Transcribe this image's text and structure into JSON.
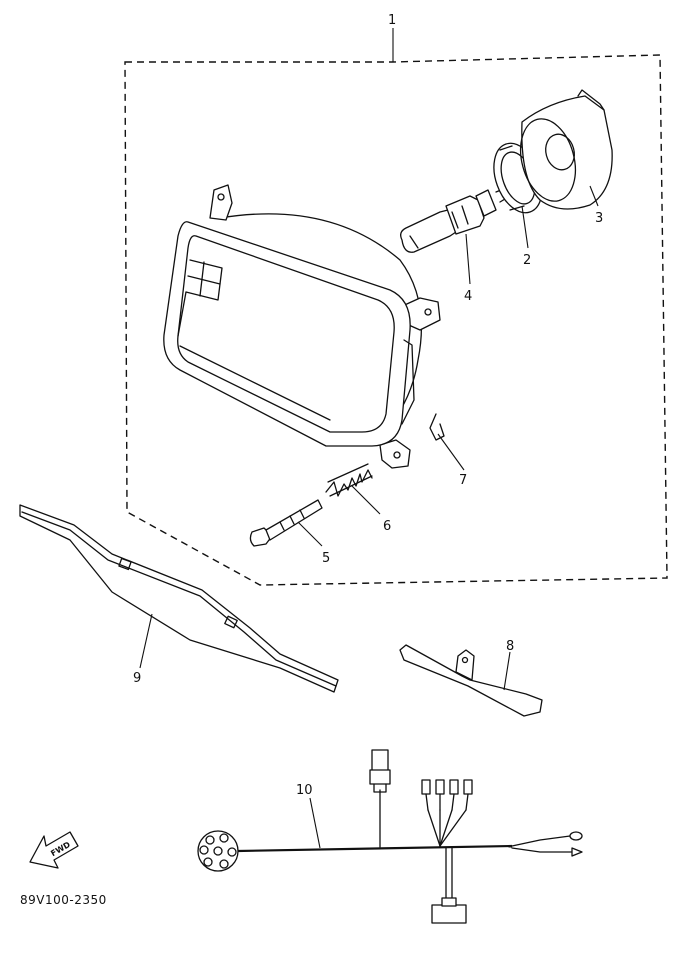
{
  "diagram": {
    "drawing_code": "89V100-2350",
    "direction_marker": "FWD",
    "callouts": [
      {
        "number": "1"
      },
      {
        "number": "2"
      },
      {
        "number": "3"
      },
      {
        "number": "4"
      },
      {
        "number": "5"
      },
      {
        "number": "6"
      },
      {
        "number": "7"
      },
      {
        "number": "8"
      },
      {
        "number": "9"
      },
      {
        "number": "10"
      }
    ]
  }
}
